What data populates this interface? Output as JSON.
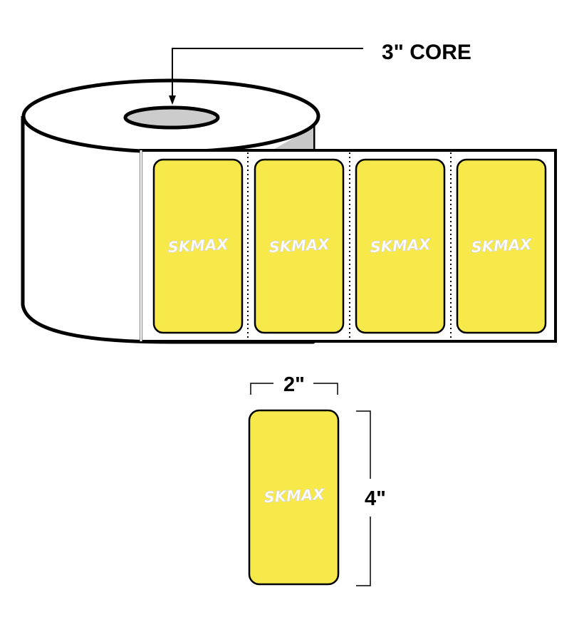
{
  "callout": {
    "core_label": "3\" CORE"
  },
  "dimensions": {
    "width_label": "2\"",
    "height_label": "4\""
  },
  "roll": {
    "label_count": 4,
    "label_brand": "SKMAX"
  },
  "single_label": {
    "brand": "SKMAX"
  },
  "colors": {
    "label_fill": "#f7e94a",
    "core_inner": "#cccccc",
    "roll_side_shadow": "#c8c8c8",
    "outline": "#000000",
    "background": "#ffffff"
  }
}
